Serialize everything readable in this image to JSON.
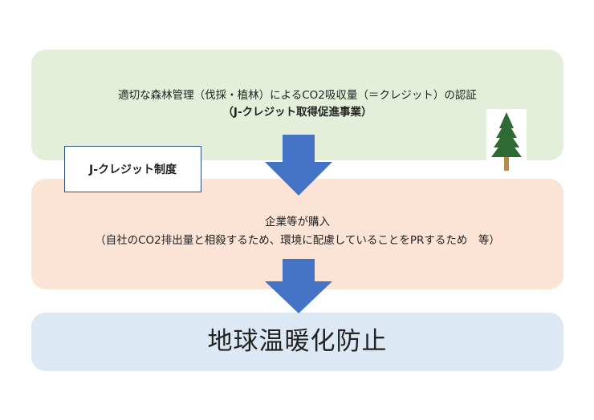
{
  "top": {
    "line1": "適切な森林管理（伐採・植林）によるCO2吸収量（＝クレジット）の認証",
    "line2": "（J-クレジット取得促進事業）"
  },
  "label": "J-クレジット制度",
  "middle": {
    "line1": "企業等が購入",
    "line2": "（自社のCO2排出量と相殺するため、環境に配慮していることをPRするため　等）"
  },
  "bottom": "地球温暖化防止",
  "colors": {
    "top_box": "#e3efd9",
    "middle_box": "#fbe4d6",
    "bottom_box": "#dce8f4",
    "arrow": "#4472c4"
  },
  "icons": [
    "tree-icon",
    "down-arrow-icon"
  ]
}
